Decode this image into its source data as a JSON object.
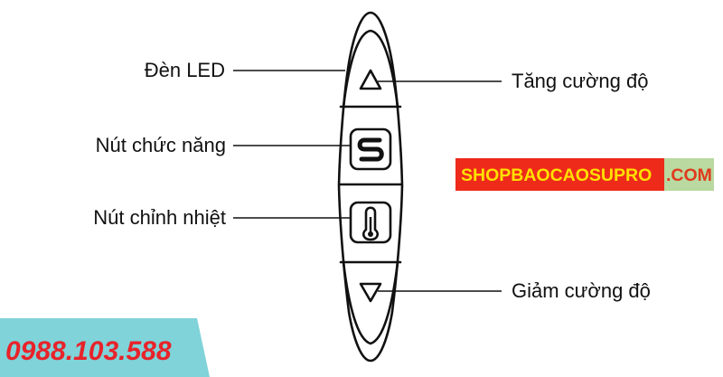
{
  "callouts": {
    "led_light": "Đèn LED",
    "function_button": "Nút chức năng",
    "heat_button": "Nút chỉnh nhiệt",
    "increase_intensity": "Tăng cường độ",
    "decrease_intensity": "Giảm cường độ"
  },
  "shop_banner": {
    "name": "SHOPBAOCAOSUPRO",
    "domain": ".COM",
    "name_color": "#ffe000",
    "background_color": "#ee2a1b",
    "domain_color": "#ffffff"
  },
  "phone_banner": {
    "number": "0988.103.588",
    "text_color": "#e8232a",
    "background_color": "#7fd3d9"
  },
  "device": {
    "icons": [
      "up-triangle-icon",
      "s-logo-icon",
      "thermometer-icon",
      "down-triangle-icon"
    ]
  }
}
